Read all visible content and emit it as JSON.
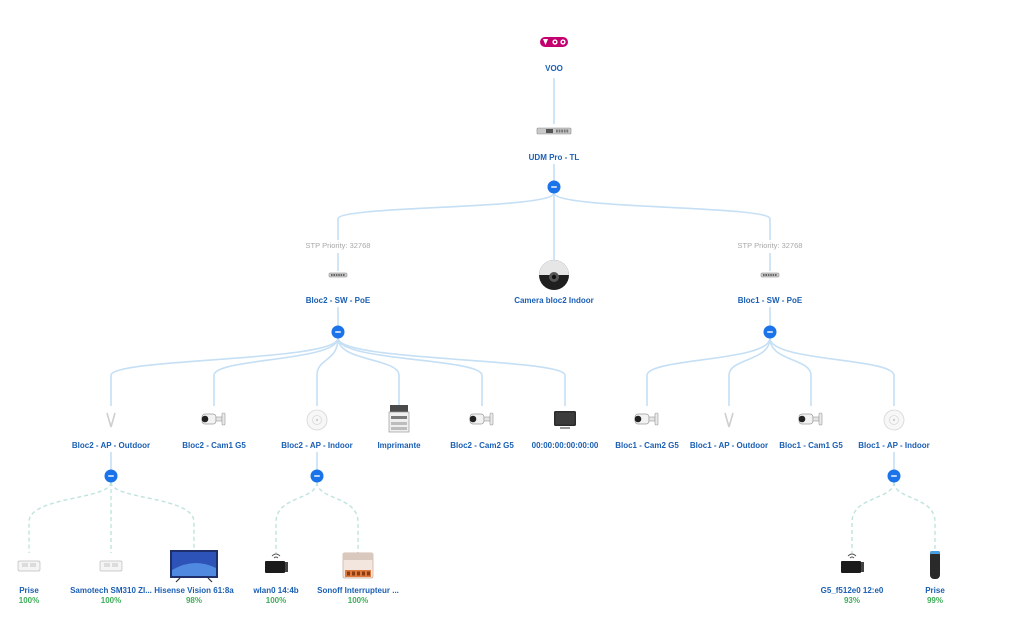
{
  "colors": {
    "label": "#1a5fb4",
    "percent": "#3fae5a",
    "wired_link": "#c5dff5",
    "wifi_link": "#bfe3dd",
    "collapse_button": "#1a73e8",
    "isp_logo": "#c4006e",
    "stp_text": "#a8a8a8"
  },
  "root": {
    "label": "VOO",
    "icon": "voo-logo-icon"
  },
  "gateway": {
    "label": "UDM Pro - TL",
    "icon": "udm-pro-icon"
  },
  "level2": [
    {
      "label": "Bloc2 - SW - PoE",
      "icon": "switch-icon",
      "stp": "STP Priority: 32768"
    },
    {
      "label": "Camera bloc2 Indoor",
      "icon": "dome-camera-icon",
      "stp": ""
    },
    {
      "label": "Bloc1 - SW - PoE",
      "icon": "switch-icon",
      "stp": "STP Priority: 32768"
    }
  ],
  "level3": [
    {
      "label": "Bloc2 - AP - Outdoor",
      "icon": "outdoor-ap-icon"
    },
    {
      "label": "Bloc2 - Cam1 G5",
      "icon": "bullet-camera-icon"
    },
    {
      "label": "Bloc2 - AP - Indoor",
      "icon": "indoor-ap-icon"
    },
    {
      "label": "Imprimante",
      "icon": "printer-icon"
    },
    {
      "label": "Bloc2 - Cam2 G5",
      "icon": "bullet-camera-icon"
    },
    {
      "label": "00:00:00:00:00:00",
      "icon": "monitor-icon"
    },
    {
      "label": "Bloc1 - Cam2 G5",
      "icon": "bullet-camera-icon"
    },
    {
      "label": "Bloc1 - AP - Outdoor",
      "icon": "outdoor-ap-icon"
    },
    {
      "label": "Bloc1 - Cam1 G5",
      "icon": "bullet-camera-icon"
    },
    {
      "label": "Bloc1 - AP - Indoor",
      "icon": "indoor-ap-icon"
    }
  ],
  "clients": [
    {
      "label": "Prise",
      "signal": "100%",
      "icon": "smart-plug-icon"
    },
    {
      "label": "Samotech SM310 ZI...",
      "signal": "100%",
      "icon": "smart-plug-icon"
    },
    {
      "label": "Hisense Vision 61:8a",
      "signal": "98%",
      "icon": "tv-icon"
    },
    {
      "label": "wlan0 14:4b",
      "signal": "100%",
      "icon": "wifi-device-icon"
    },
    {
      "label": "Sonoff Interrupteur ...",
      "signal": "100%",
      "icon": "sonoff-switch-icon"
    },
    {
      "label": "G5_f512e0 12:e0",
      "signal": "93%",
      "icon": "wifi-device-icon"
    },
    {
      "label": "Prise",
      "signal": "99%",
      "icon": "smart-speaker-icon"
    }
  ]
}
